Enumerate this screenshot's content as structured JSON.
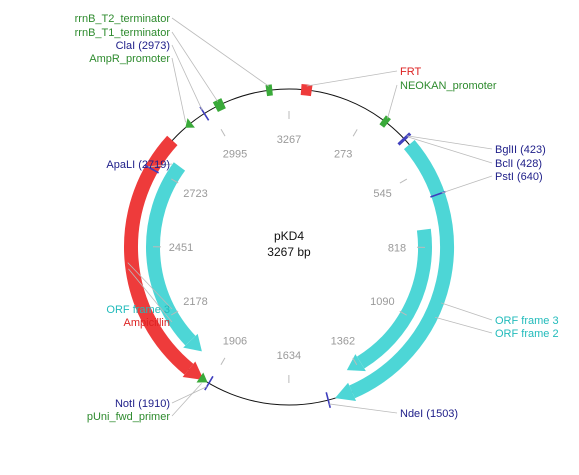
{
  "plasmid": {
    "name": "pKD4",
    "size_label": "3267 bp",
    "length_bp": 3267
  },
  "colors": {
    "backbone": "#111111",
    "tick_label": "#9a9a9a",
    "feature_green": "#3aaa3a",
    "feature_red": "#ee3b3b",
    "feature_cyan": "#4dd6d6",
    "site_blue": "#3d3dbd",
    "label_blue": "#20208a",
    "label_green": "#2e8b2e",
    "label_red": "#dd2222",
    "label_cyan": "#22bbbb",
    "leader_gray": "#bbbbbb"
  },
  "ticks": [
    "3267",
    "273",
    "545",
    "818",
    "1090",
    "1362",
    "1634",
    "1906",
    "2178",
    "2451",
    "2723",
    "2995"
  ],
  "features": [
    {
      "name": "FRT",
      "start": 40,
      "end": 75,
      "type": "box",
      "color": "feature_red",
      "ring": "outer"
    },
    {
      "name": "NEOKAN_promoter",
      "start": 330,
      "end": 350,
      "type": "box",
      "color": "feature_green",
      "ring": "outer"
    },
    {
      "name": "ORF frame 2",
      "start": 450,
      "end": 1480,
      "type": "arrow",
      "strand": 1,
      "color": "feature_cyan",
      "ring": "outer"
    },
    {
      "name": "ORF frame 3",
      "start": 750,
      "end": 1405,
      "type": "arrow",
      "strand": 1,
      "color": "feature_cyan",
      "ring": "inner"
    },
    {
      "name": "Ampicillin",
      "start": 1930,
      "end": 2835,
      "type": "arrow",
      "strand": -1,
      "color": "feature_red",
      "ring": "outer"
    },
    {
      "name": "ORF frame 3",
      "start": 1995,
      "end": 2780,
      "type": "arrow",
      "strand": -1,
      "color": "feature_cyan",
      "ring": "inner"
    },
    {
      "name": "pUni_fwd_primer",
      "start": 1915,
      "end": 1945,
      "type": "arrowhead",
      "color": "feature_green",
      "ring": "outer"
    },
    {
      "name": "AmpR_promoter",
      "start": 2895,
      "end": 2920,
      "type": "arrowhead",
      "color": "feature_green",
      "ring": "outer"
    },
    {
      "name": "rrnB_T1_terminator",
      "start": 3015,
      "end": 3045,
      "type": "box",
      "color": "feature_green",
      "ring": "outer"
    },
    {
      "name": "rrnB_T2_terminator",
      "start": 3192,
      "end": 3212,
      "type": "box",
      "color": "feature_green",
      "ring": "outer"
    }
  ],
  "sites": [
    {
      "pos": 423,
      "label": "BglII (423)"
    },
    {
      "pos": 428,
      "label": "BclI (428)"
    },
    {
      "pos": 640,
      "label": "PstI (640)"
    },
    {
      "pos": 1503,
      "label": "NdeI (1503)"
    },
    {
      "pos": 1910,
      "label": "NotI (1910)"
    },
    {
      "pos": 2719,
      "label": "ApaLI (2719)"
    },
    {
      "pos": 2973,
      "label": "ClaI (2973)"
    }
  ],
  "labels": [
    {
      "text": "rrnB_T2_terminator",
      "color": "label_green",
      "target": 3202,
      "side": "left",
      "row": 0
    },
    {
      "text": "rrnB_T1_terminator",
      "color": "label_green",
      "target": 3030,
      "side": "left",
      "row": 1
    },
    {
      "text": "ClaI (2973)",
      "color": "label_blue",
      "target": 2973,
      "side": "left",
      "row": 2
    },
    {
      "text": "AmpR_promoter",
      "color": "label_green",
      "target": 2907,
      "side": "left",
      "row": 3
    },
    {
      "text": "ApaLI (2719)",
      "color": "label_blue",
      "target": 2719,
      "side": "left",
      "row": 4
    },
    {
      "text": "ORF frame 3",
      "color": "label_cyan",
      "target": 2400,
      "side": "left",
      "row": 5
    },
    {
      "text": "Ampicillin",
      "color": "label_red",
      "target": 2380,
      "side": "left",
      "row": 6
    },
    {
      "text": "NotI (1910)",
      "color": "label_blue",
      "target": 1910,
      "side": "left",
      "row": 7
    },
    {
      "text": "pUni_fwd_primer",
      "color": "label_green",
      "target": 1930,
      "side": "left",
      "row": 8
    },
    {
      "text": "FRT",
      "color": "label_red",
      "target": 57,
      "side": "right",
      "row": 0
    },
    {
      "text": "NEOKAN_promoter",
      "color": "label_green",
      "target": 340,
      "side": "right",
      "row": 1
    },
    {
      "text": "BglII (423)",
      "color": "label_blue",
      "target": 423,
      "side": "right",
      "row": 2
    },
    {
      "text": "BclI (428)",
      "color": "label_blue",
      "target": 428,
      "side": "right",
      "row": 3
    },
    {
      "text": "PstI (640)",
      "color": "label_blue",
      "target": 640,
      "side": "right",
      "row": 4
    },
    {
      "text": "ORF frame 3",
      "color": "label_cyan",
      "target": 1000,
      "side": "right",
      "row": 5
    },
    {
      "text": "ORF frame 2",
      "color": "label_cyan",
      "target": 1050,
      "side": "right",
      "row": 6
    },
    {
      "text": "NdeI (1503)",
      "color": "label_blue",
      "target": 1503,
      "side": "right",
      "row": 7
    }
  ]
}
